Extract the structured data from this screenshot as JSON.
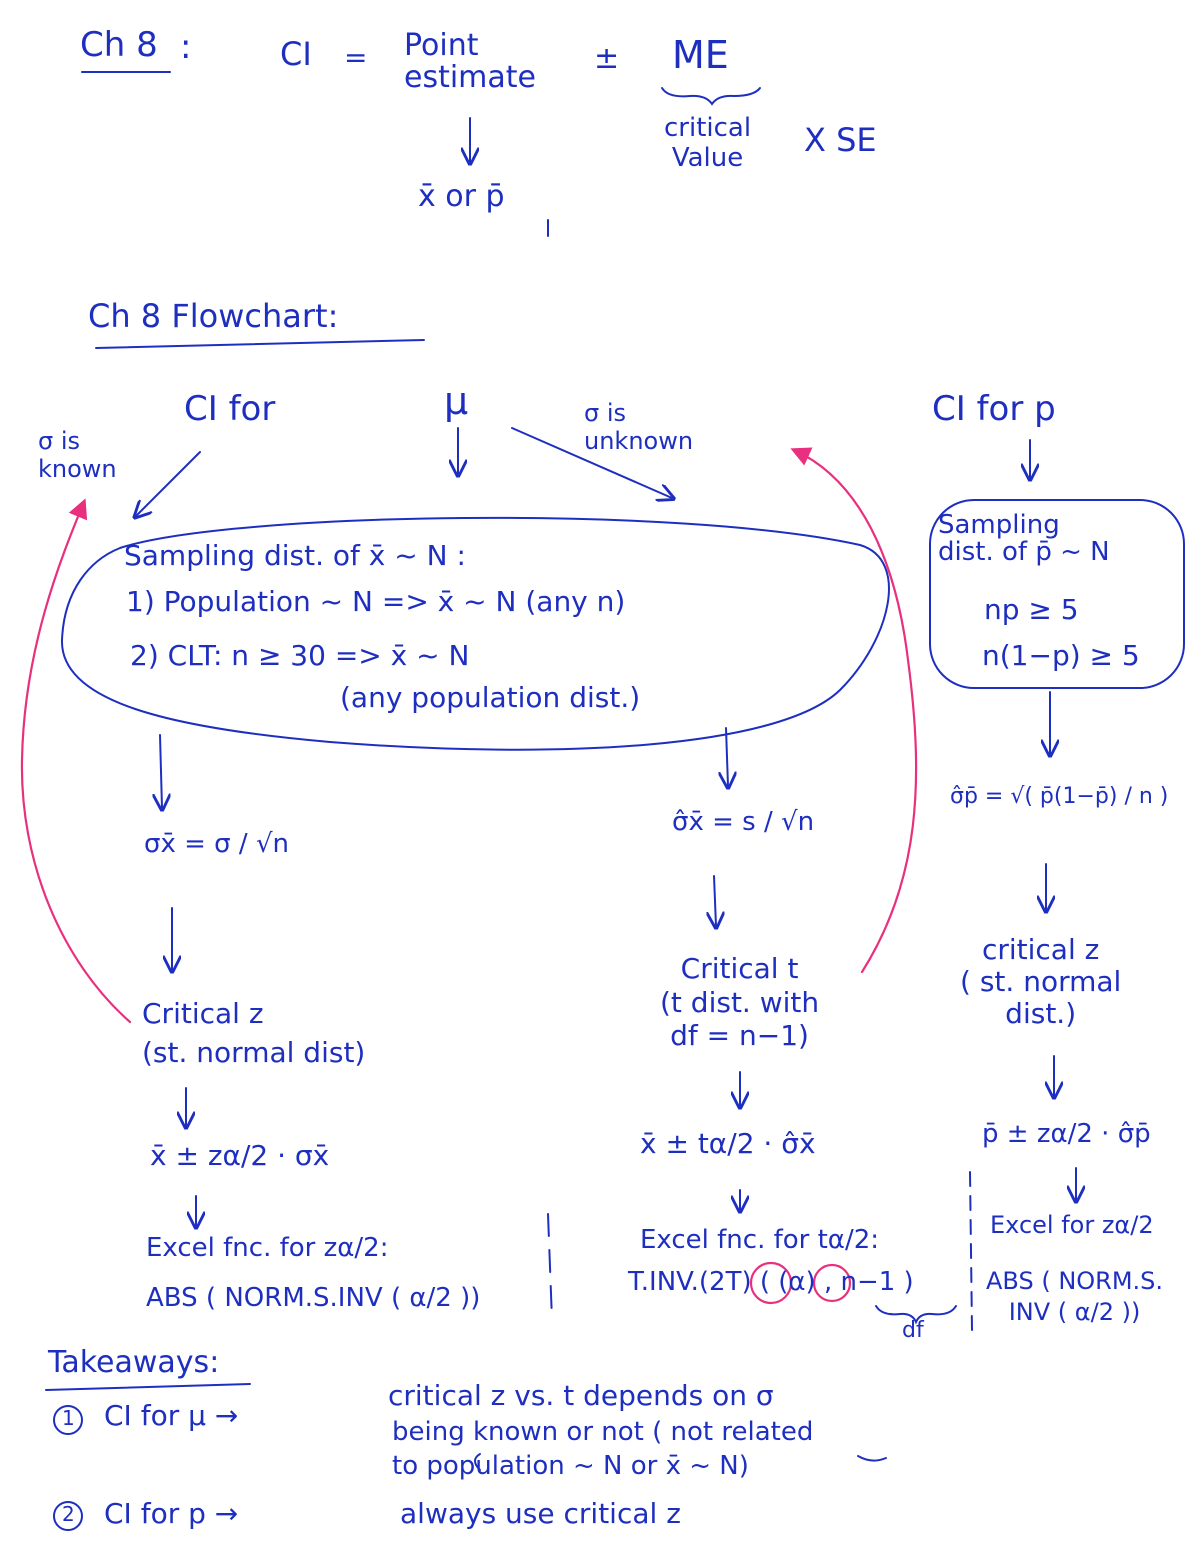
{
  "header": {
    "ch_label": "Ch 8",
    "colon": ":",
    "ci": "CI",
    "equals": "=",
    "point_estimate": "Point\nestimate",
    "plus_minus": "±",
    "me": "ME",
    "critical_value": "critical\nValue",
    "times_se": "X SE",
    "xbar_or_pbar": "x̄  or  p̄"
  },
  "flowchart": {
    "title": "Ch 8  Flowchart:",
    "mu_branch": {
      "heading": "CI     for",
      "mu": "μ",
      "sigma_known": "σ is\nknown",
      "sigma_unknown": "σ is\nunknown",
      "sampling_title": "Sampling  dist.  of  x̄ ~ N :",
      "rule1": "1)  Population ~ N  =>  x̄ ~ N  (any  n)",
      "rule2": "2)  CLT:   n ≥ 30  =>  x̄ ~ N",
      "rule2_note": "(any  population  dist.)",
      "se_known": "σx̄ = σ / √n",
      "se_unknown": "σ̂x̄ = s / √n",
      "critical_z": "Critical  z\n(st. normal dist)",
      "critical_t": "Critical  t\n(t  dist.  with\ndf = n−1)",
      "ci_z": "x̄ ± zα/2 · σx̄",
      "ci_t": "x̄ ± tα/2 · σ̂x̄",
      "excel_z_label": "Excel  fnc.  for  zα/2:",
      "excel_z_func": "ABS ( NORM.S.INV ( α/2 ))",
      "excel_t_label": "Excel  fnc.  for  tα/2:",
      "excel_t_func": "T.INV.(2T) ( (α) , n−1 )",
      "df_note": "df"
    },
    "p_branch": {
      "heading": "CI  for  p",
      "sampling": "Sampling\ndist.  of  p̄ ~ N",
      "cond1": "np ≥ 5",
      "cond2": "n(1−p) ≥ 5",
      "se": "σ̂p̄ = √( p̄(1−p̄) / n )",
      "critical": "critical  z\n( st. normal\ndist.)",
      "ci": "p̄ ± zα/2 · σ̂p̄",
      "excel_label": "Excel  for zα/2",
      "excel_func": "ABS ( NORM.S.\nINV ( α/2 ))"
    }
  },
  "takeaways": {
    "title": "Takeaways:",
    "item1_num": "1",
    "item1_lead": "CI  for   μ  →",
    "item1_text": "critical  z  vs.  t  depends   on   σ",
    "item1_line2": "being    known     or     not  ( not   related",
    "item1_line3": "to   population ~ N   or   x̄ ~ N)",
    "item2_num": "2",
    "item2_lead": "CI  for  p  →",
    "item2_text": "always     use     critical     z"
  },
  "colors": {
    "ink": "#1e2fc0",
    "highlight": "#e8307e"
  }
}
